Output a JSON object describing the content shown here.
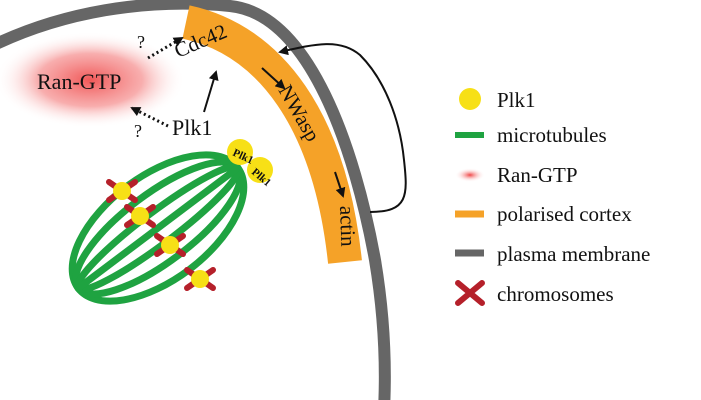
{
  "diagram": {
    "labels": {
      "cdc42": "Cdc42",
      "nwasp": "NWasp",
      "actin": "actin",
      "ran_gtp": "Ran-GTP",
      "plk1": "Plk1",
      "pole_plk1_left": "Plk1",
      "pole_plk1_right": "Plk1",
      "question_top": "?",
      "question_bottom": "?"
    },
    "legend": [
      {
        "key": "plk1",
        "label": "Plk1",
        "icon": "yellow-dot-icon"
      },
      {
        "key": "microtubules",
        "label": "microtubules",
        "icon": "green-line-icon"
      },
      {
        "key": "ran_gtp",
        "label": "Ran-GTP",
        "icon": "red-blur-icon"
      },
      {
        "key": "cortex",
        "label": "polarised cortex",
        "icon": "orange-line-icon"
      },
      {
        "key": "membrane",
        "label": "plasma membrane",
        "icon": "grey-line-icon"
      },
      {
        "key": "chromosomes",
        "label": "chromosomes",
        "icon": "chromosome-icon"
      }
    ],
    "colors": {
      "membrane": "#666666",
      "cortex": "#f5a228",
      "microtubule": "#1fa341",
      "plk1": "#f7e016",
      "chromosome": "#b5202a",
      "ran_gtp": "#ee3b3b",
      "text": "#111111"
    }
  }
}
